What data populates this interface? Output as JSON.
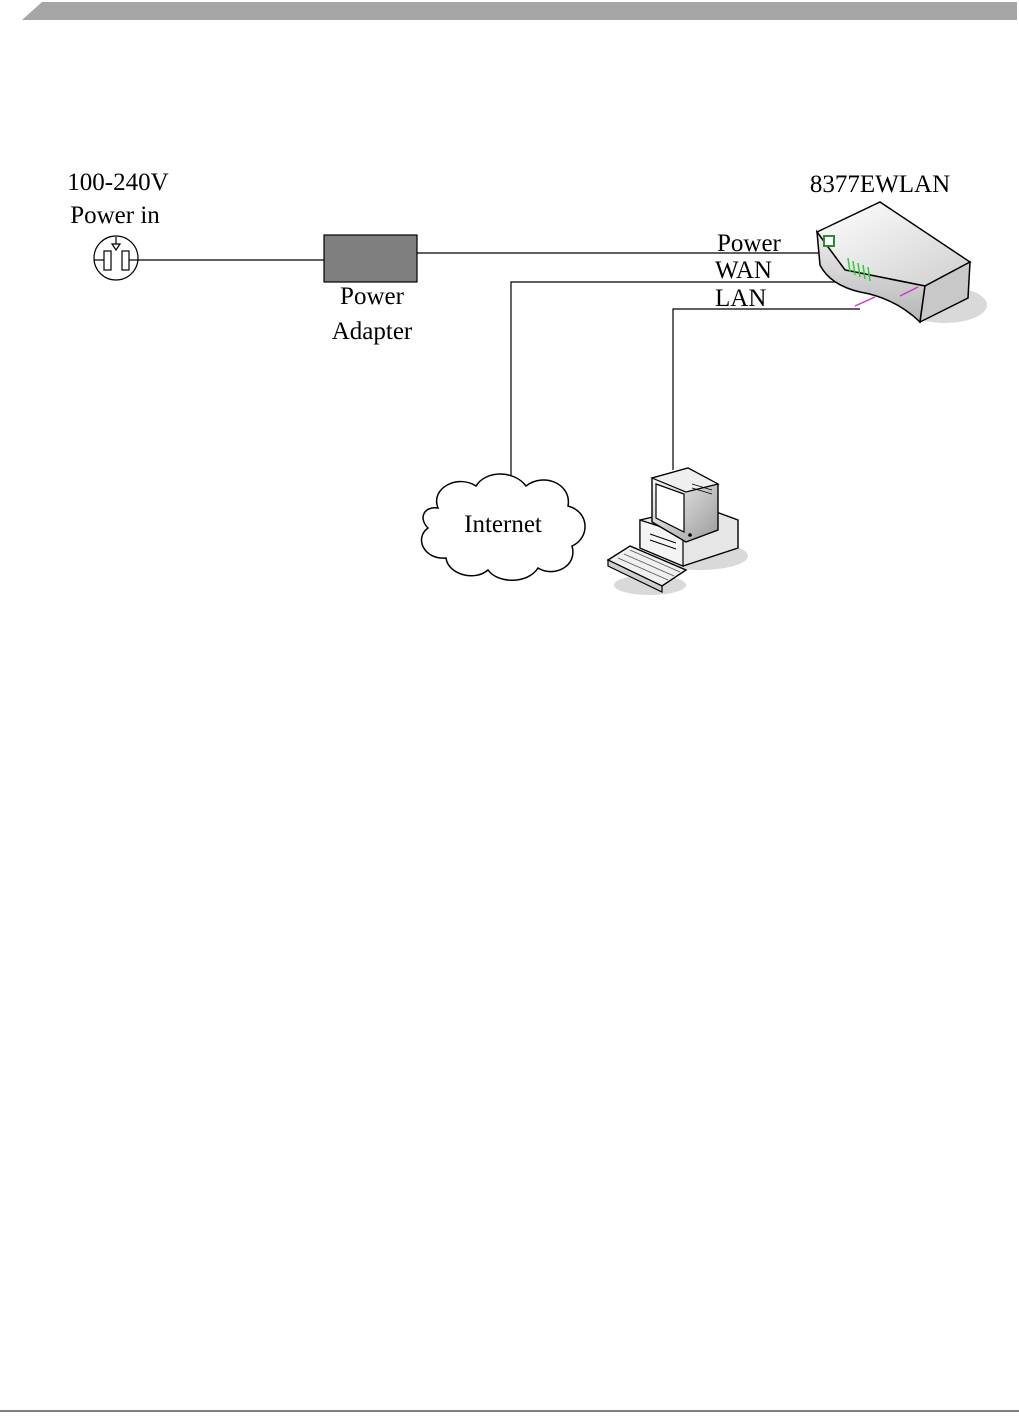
{
  "diagram": {
    "outlet": {
      "line1": "100-240V",
      "line2": "Power in"
    },
    "adapter": {
      "line1": "Power",
      "line2": "Adapter"
    },
    "device": {
      "name": "8377EWLAN"
    },
    "ports": {
      "power": "Power",
      "wan": "WAN",
      "lan": "LAN"
    },
    "cloud": {
      "label": "Internet"
    }
  },
  "colors": {
    "header_bar": "#a6a6a6",
    "adapter_fill": "#7f7f7f",
    "line": "#000000",
    "led_green": "#33cc33",
    "port_magenta": "#cc33cc"
  }
}
